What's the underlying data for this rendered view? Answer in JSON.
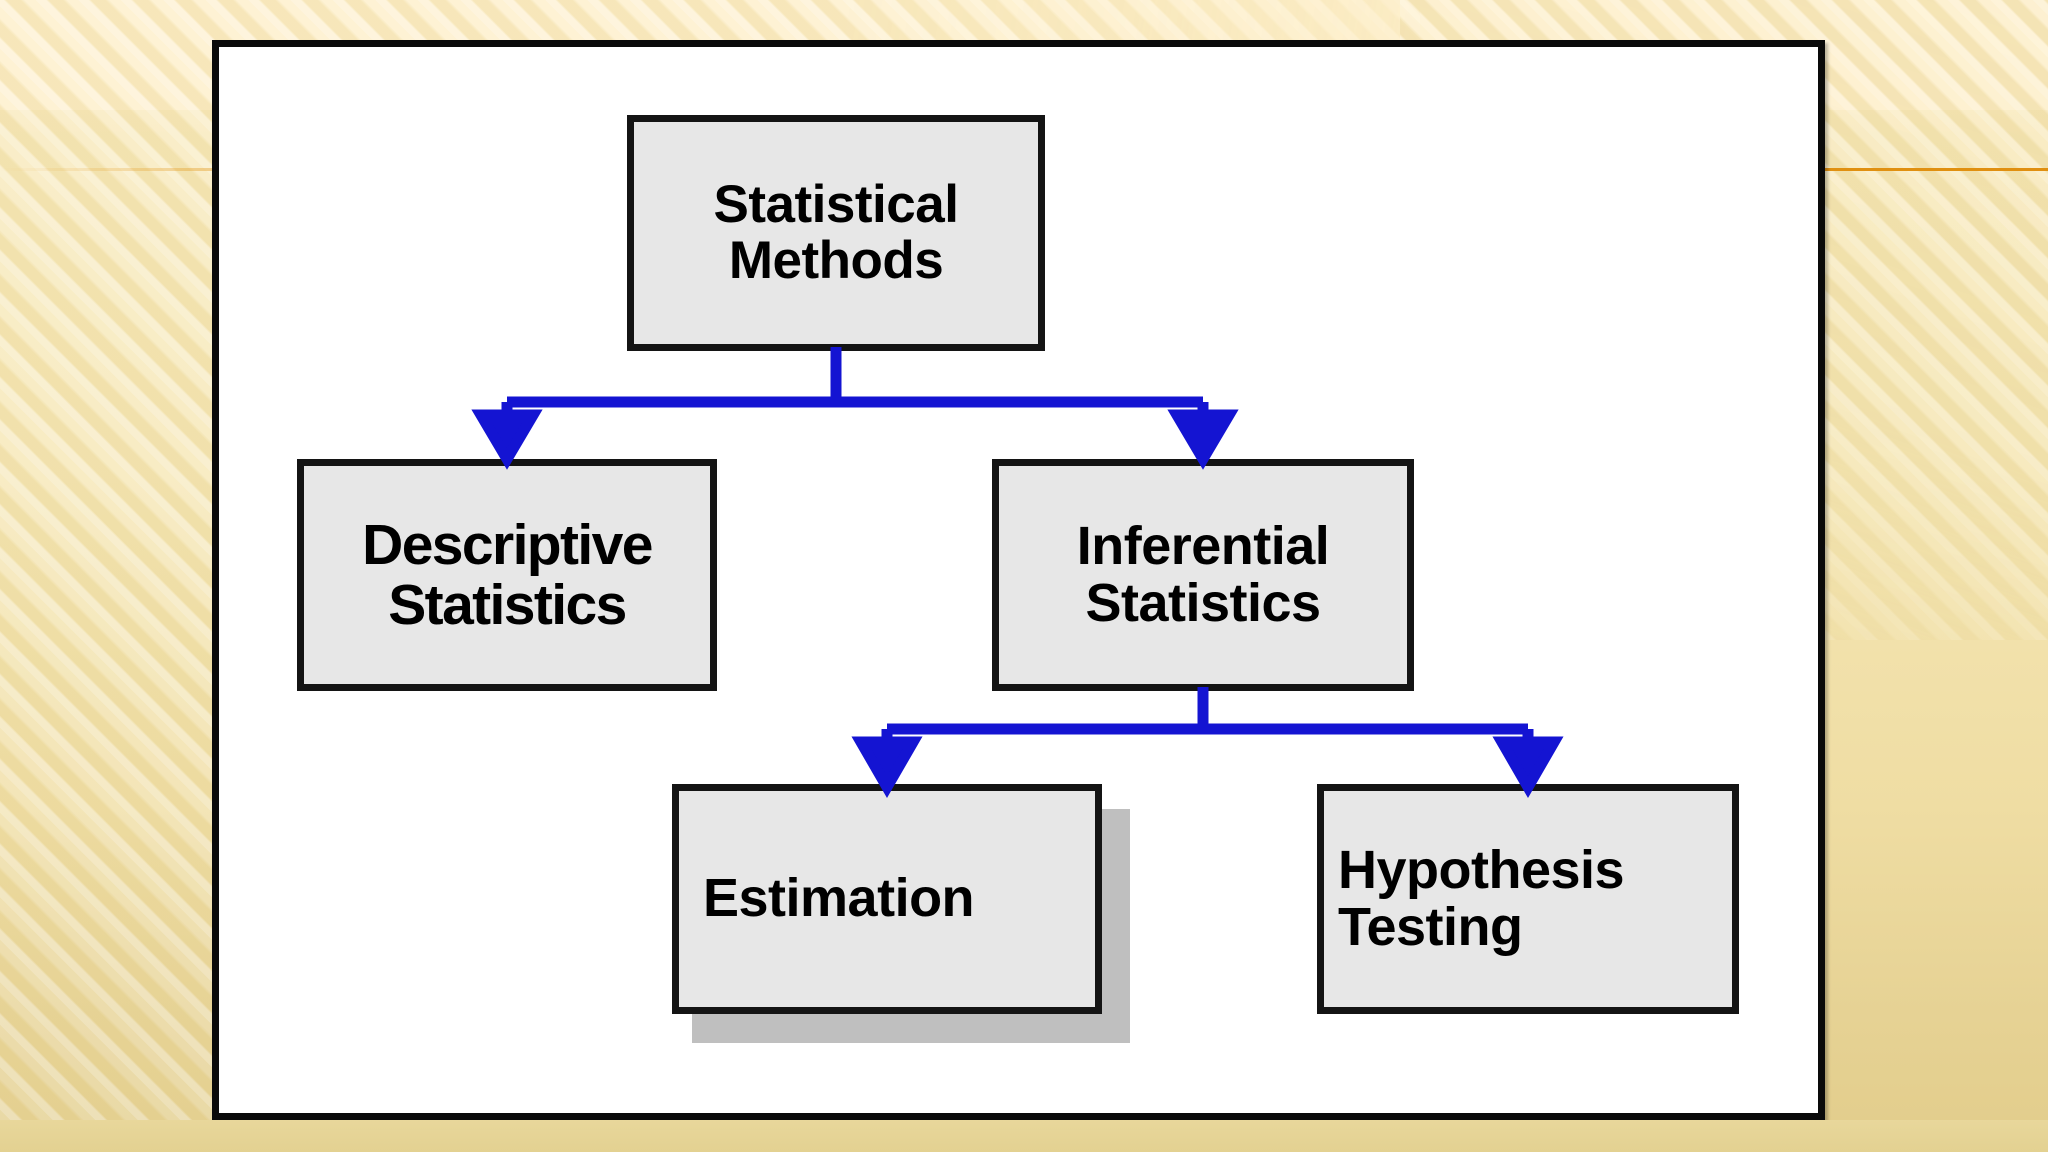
{
  "slide": {
    "background_color": "#f5e6b4",
    "accent_rule_color": "#e29617",
    "frame_border_color": "#0a0a0a",
    "frame_fill_color": "#ffffff"
  },
  "diagram": {
    "title": "Statistical Methods",
    "type": "hierarchy-flowchart",
    "node_fill_color": "#e7e7e7",
    "node_border_color": "#141414",
    "connector_color": "#1414d2",
    "shadow_color": "#bfbfbf",
    "nodes": [
      {
        "id": "statistical-methods",
        "label": "Statistical\nMethods",
        "line1": "Statistical",
        "line2": "Methods",
        "level": 0
      },
      {
        "id": "descriptive-statistics",
        "label": "Descriptive\nStatistics",
        "line1": "Descriptive",
        "line2": "Statistics",
        "level": 1
      },
      {
        "id": "inferential-statistics",
        "label": "Inferential\nStatistics",
        "line1": "Inferential",
        "line2": "Statistics",
        "level": 1
      },
      {
        "id": "estimation",
        "label": "Estimation",
        "line1": "Estimation",
        "line2": "",
        "level": 2
      },
      {
        "id": "hypothesis-testing",
        "label": "Hypothesis\nTesting",
        "line1": "Hypothesis",
        "line2": "Testing",
        "level": 2
      }
    ],
    "edges": [
      {
        "from": "statistical-methods",
        "to": "descriptive-statistics"
      },
      {
        "from": "statistical-methods",
        "to": "inferential-statistics"
      },
      {
        "from": "inferential-statistics",
        "to": "estimation"
      },
      {
        "from": "inferential-statistics",
        "to": "hypothesis-testing"
      }
    ]
  }
}
